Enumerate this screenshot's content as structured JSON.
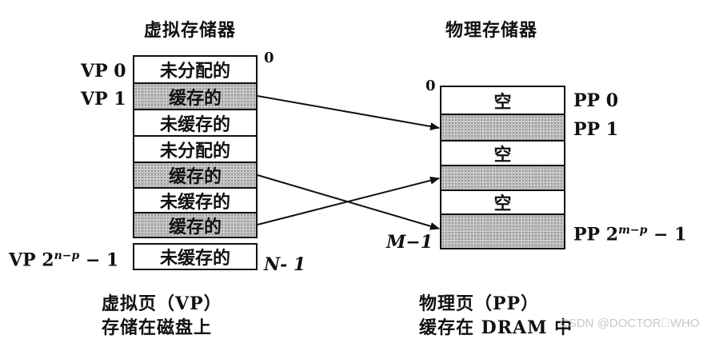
{
  "virtual": {
    "title": "虚拟存储器",
    "top_index": "0",
    "bottom_index": "N- 1",
    "row_label_first": "VP 0",
    "row_label_second": "VP 1",
    "row_label_last_prefix": "VP 2",
    "row_label_last_exp": "n−p",
    "row_label_last_suffix": " − 1",
    "cells": [
      "未分配的",
      "缓存的",
      "未缓存的",
      "未分配的",
      "缓存的",
      "未缓存的",
      "缓存的",
      "未缓存的"
    ],
    "caption_line1": "虚拟页（VP）",
    "caption_line2": "存储在磁盘上"
  },
  "physical": {
    "title": "物理存储器",
    "top_index": "0",
    "bottom_index": "M−1",
    "row_label_first": "PP 0",
    "row_label_second": "PP 1",
    "row_label_last_prefix": "PP 2",
    "row_label_last_exp": "m−p",
    "row_label_last_suffix": " − 1",
    "cells": [
      "空",
      "",
      "空",
      "",
      "空",
      ""
    ],
    "caption_line1": "物理页（PP）",
    "caption_line2": "缓存在 DRAM 中"
  },
  "watermark": "CSDN @DOCTOR\u0000WHO",
  "colors": {
    "line": "#111111",
    "cached_fill": "#cfcfcf"
  }
}
